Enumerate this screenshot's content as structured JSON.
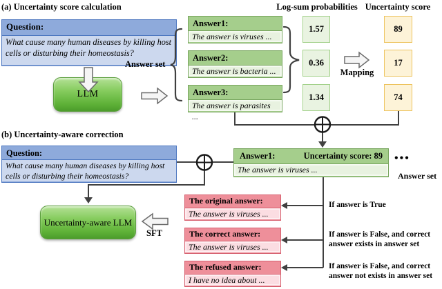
{
  "section_a": {
    "title": "(a) Uncertainty score calculation",
    "logsum_header": "Log-sum probabilities",
    "uncertainty_header": "Uncertainty score",
    "question": {
      "header": "Question:",
      "body": "What cause many human diseases by killing host cells or disturbing their homeostasis?"
    },
    "llm_label": "LLM",
    "answer_set_label": "Answer set",
    "mapping_label": "Mapping",
    "answers": [
      {
        "header": "Answer1:",
        "body": "The answer is viruses ..."
      },
      {
        "header": "Answer2:",
        "body": "The answer is bacteria ..."
      },
      {
        "header": "Answer3:",
        "body": "The answer is parasites ..."
      }
    ],
    "logsum_values": [
      "1.57",
      "0.36",
      "1.34"
    ],
    "uncertainty_values": [
      "89",
      "17",
      "74"
    ]
  },
  "section_b": {
    "title": "(b) Uncertainty-aware correction",
    "question": {
      "header": "Question:",
      "body": "What cause many human diseases by killing host cells or disturbing their homeostasis?"
    },
    "selected_answer": {
      "label": "Answer1:",
      "score_label": "Uncertainty score: 89",
      "body": "The answer is viruses ..."
    },
    "ellipsis": "•••",
    "answer_set_label": "Answer set",
    "ua_llm_label": "Uncertainty-aware LLM",
    "sft_label": "SFT",
    "corrections": [
      {
        "header": "The original answer:",
        "body": "The answer is viruses ...",
        "condition_lines": [
          "If answer is True",
          ""
        ]
      },
      {
        "header": "The correct answer:",
        "body": "The answer is viruses ...",
        "condition_lines": [
          "If answer is False, and correct",
          "answer exists in answer set"
        ]
      },
      {
        "header": "The refused answer:",
        "body": "I have no idea about ...",
        "condition_lines": [
          "If answer is False, and correct",
          "answer not exists in answer set"
        ]
      }
    ]
  },
  "colors": {
    "blue_header": "#8EAADB",
    "blue_body": "#CCD8EE",
    "blue_border": "#4D77C0",
    "green_header": "#A5CE8C",
    "green_body": "#E8F2E0",
    "green_border": "#76A45C",
    "llm_green": "#5FB238",
    "logsum_bg": "#E9F3E1",
    "logsum_border": "#A2D18A",
    "score_bg": "#FDF3D8",
    "score_border": "#EDC35D",
    "red_header": "#EE8F9A",
    "red_body": "#FBDDE2",
    "red_border": "#D65F6E",
    "line": "#404040"
  }
}
